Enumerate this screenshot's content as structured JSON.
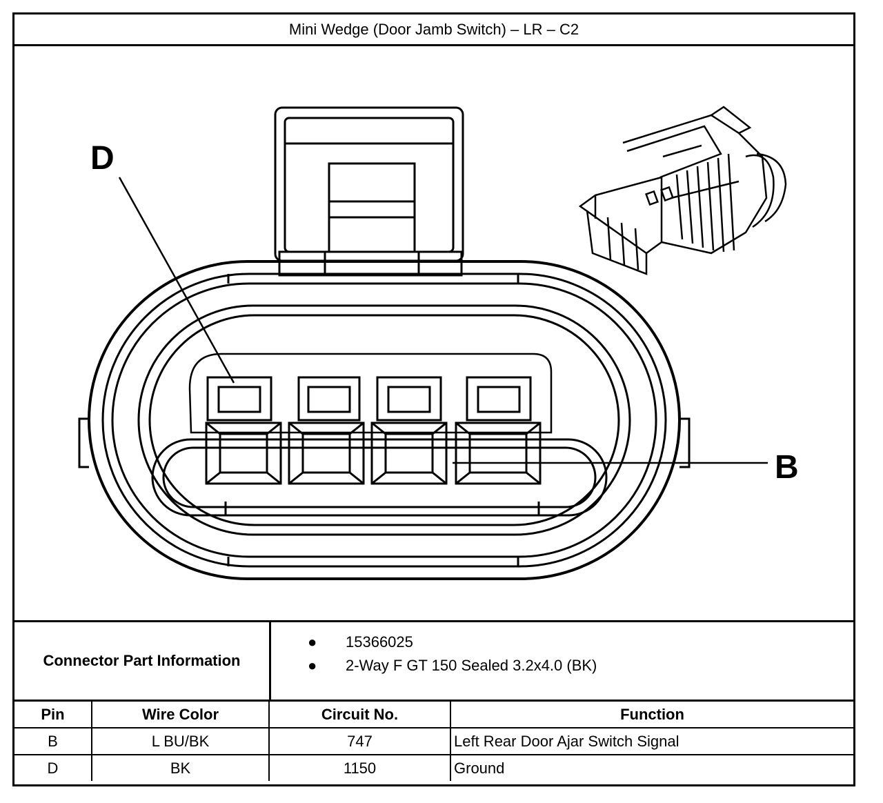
{
  "title": "Mini Wedge (Door Jamb Switch) – LR – C2",
  "diagram": {
    "pin_labels": [
      "D",
      "B"
    ]
  },
  "connector_info": {
    "label": "Connector Part Information",
    "items": [
      "15366025",
      "2-Way F GT 150 Sealed 3.2x4.0 (BK)"
    ]
  },
  "pin_table": {
    "headers": [
      "Pin",
      "Wire Color",
      "Circuit No.",
      "Function"
    ],
    "rows": [
      [
        "B",
        "L BU/BK",
        "747",
        "Left Rear Door Ajar Switch Signal"
      ],
      [
        "D",
        "BK",
        "1150",
        "Ground"
      ]
    ]
  }
}
